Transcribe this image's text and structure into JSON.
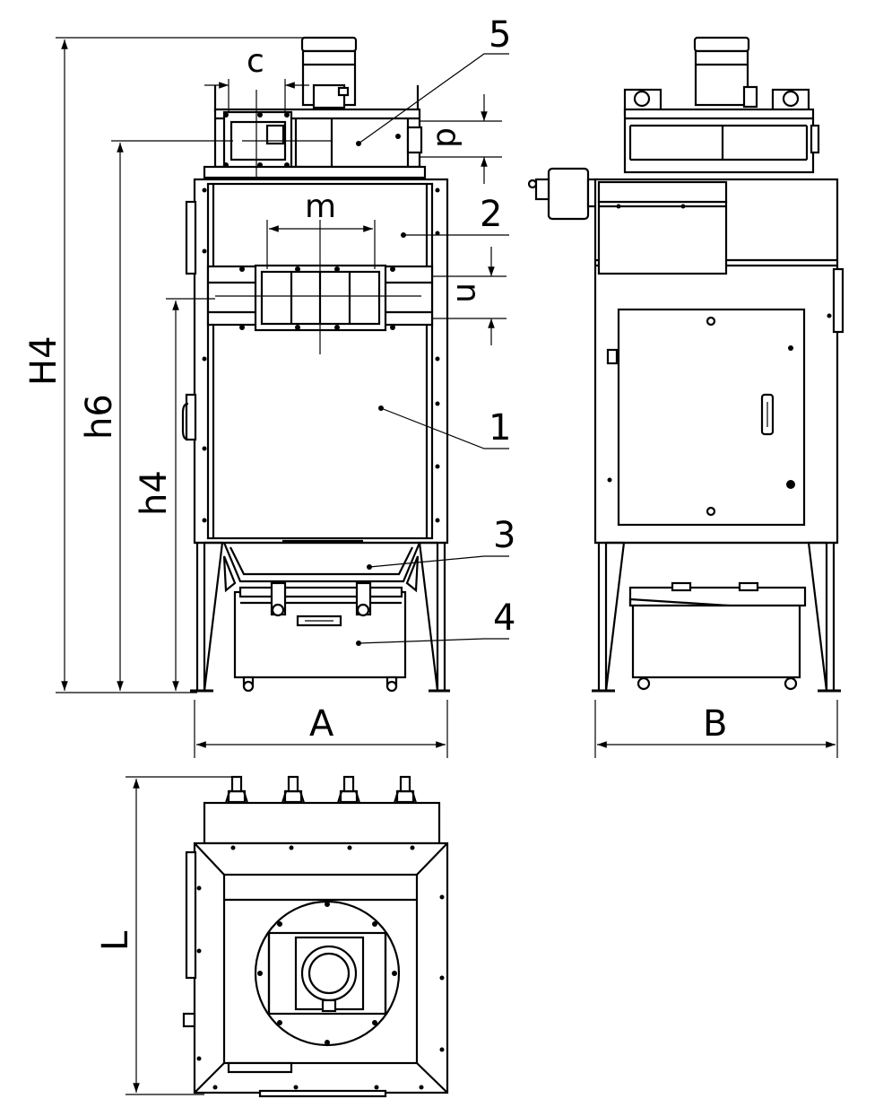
{
  "callouts": {
    "c1": "1",
    "c2": "2",
    "c3": "3",
    "c4": "4",
    "c5": "5"
  },
  "dimensions": {
    "H4": "H4",
    "h6": "h6",
    "h4": "h4",
    "A": "A",
    "B": "B",
    "L": "L",
    "m": "m",
    "n": "n",
    "c": "c",
    "d": "d"
  },
  "colors": {
    "line": "#000000",
    "background": "#ffffff"
  }
}
